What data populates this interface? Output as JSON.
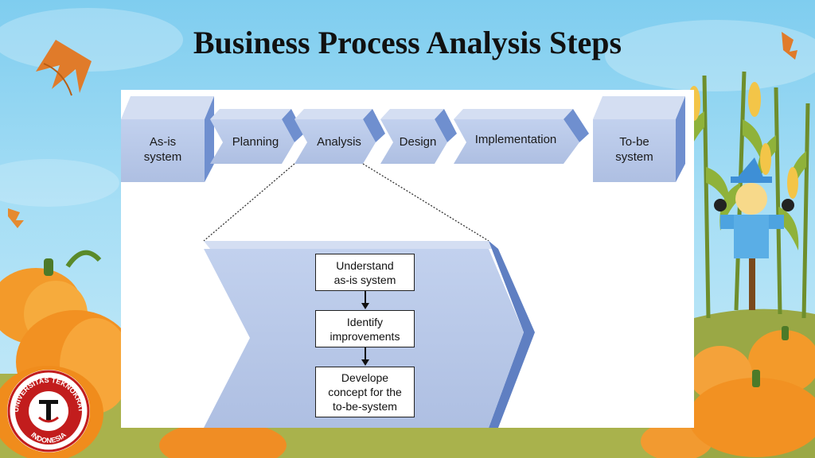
{
  "slide": {
    "title": "Business Process Analysis Steps"
  },
  "process": {
    "steps": [
      {
        "id": "as-is",
        "label": "As-is\nsystem"
      },
      {
        "id": "planning",
        "label": "Planning"
      },
      {
        "id": "analysis",
        "label": "Analysis"
      },
      {
        "id": "design",
        "label": "Design"
      },
      {
        "id": "implementation",
        "label": "Implementation"
      },
      {
        "id": "to-be",
        "label": "To-be\nsystem"
      }
    ],
    "analysis_detail": [
      "Understand\nas-is system",
      "Identify\nimprovements",
      "Develope\nconcept for the\nto-be-system"
    ]
  },
  "logo": {
    "text_top": "UNIVERSITAS TEKNOKRAT",
    "text_bottom": "INDONESIA"
  },
  "colors": {
    "shape_face": "#b7c8e8",
    "shape_side": "#6f8fcf",
    "shape_top": "#d4def2",
    "ground": "#a8b24a"
  }
}
